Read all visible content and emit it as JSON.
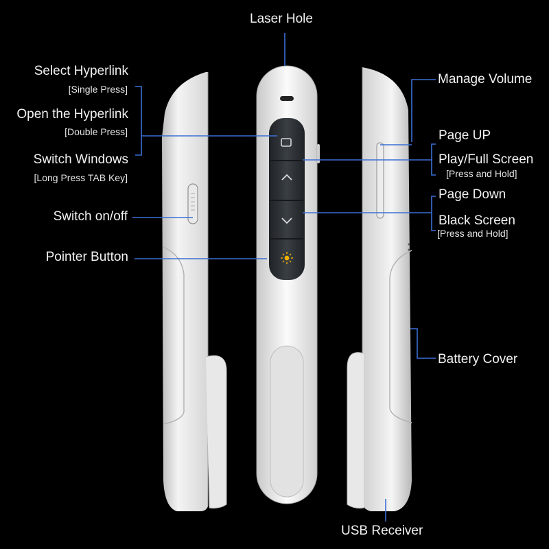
{
  "labels": {
    "laser_hole": "Laser Hole",
    "select_hyperlink": "Select  Hyperlink",
    "select_hyperlink_note": "[Single  Press]",
    "open_hyperlink": "Open the Hyperlink",
    "open_hyperlink_note": "[Double Press]",
    "switch_windows": "Switch Windows",
    "switch_windows_note": "[Long Press TAB Key]",
    "switch_onoff": "Switch on/off",
    "pointer_button": "Pointer Button",
    "manage_volume": "Manage Volume",
    "page_up": "Page UP",
    "play_full_screen": "Play/Full Screen",
    "play_full_screen_note": "[Press and Hold]",
    "page_down": "Page  Down",
    "black_screen": "Black  Screen",
    "black_screen_note": "[Press and Hold]",
    "battery_cover": "Battery Cover",
    "usb_receiver": "USB  Receiver"
  },
  "colors": {
    "background": "#000000",
    "leader_line": "#3b6fd6",
    "device_body": "#f2f2f2",
    "button_panel": "#2b2f33",
    "pointer_glyph": "#f0b000"
  },
  "icons": [
    "tab-window-icon",
    "chevron-up-icon",
    "chevron-down-icon",
    "laser-sun-icon"
  ]
}
